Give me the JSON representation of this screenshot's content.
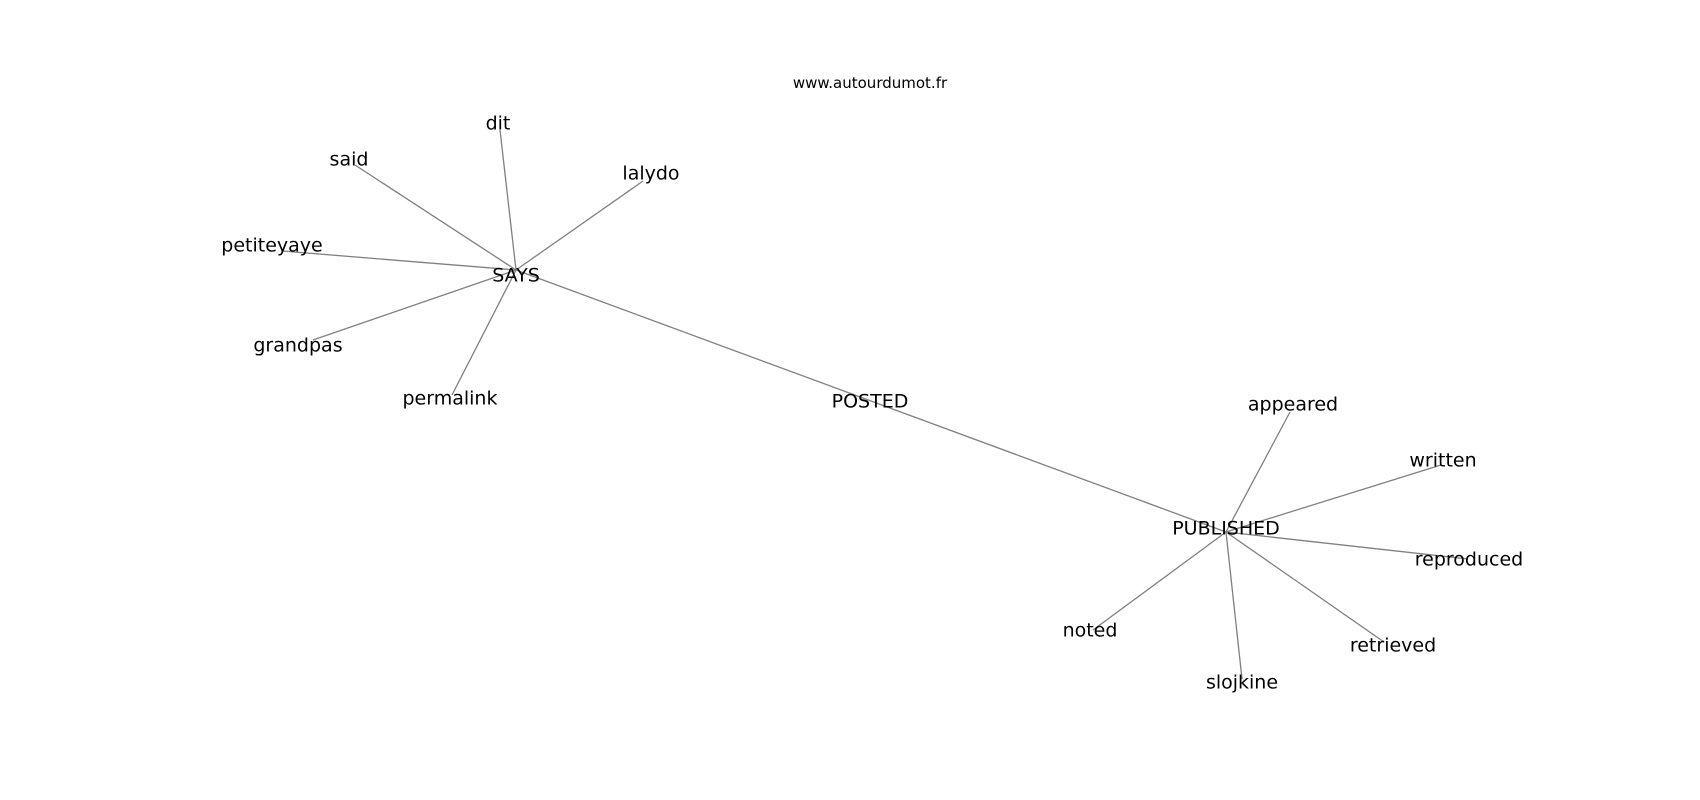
{
  "watermark": "www.autourdumot.fr",
  "graph": {
    "nodes": [
      {
        "id": "says",
        "label": "SAYS"
      },
      {
        "id": "posted",
        "label": "POSTED"
      },
      {
        "id": "published",
        "label": "PUBLISHED"
      },
      {
        "id": "dit",
        "label": "dit"
      },
      {
        "id": "said",
        "label": "said"
      },
      {
        "id": "lalydo",
        "label": "lalydo"
      },
      {
        "id": "petiteyaye",
        "label": "petiteyaye"
      },
      {
        "id": "grandpas",
        "label": "grandpas"
      },
      {
        "id": "permalink",
        "label": "permalink"
      },
      {
        "id": "appeared",
        "label": "appeared"
      },
      {
        "id": "written",
        "label": "written"
      },
      {
        "id": "reproduced",
        "label": "reproduced"
      },
      {
        "id": "retrieved",
        "label": "retrieved"
      },
      {
        "id": "slojkine",
        "label": "slojkine"
      },
      {
        "id": "noted",
        "label": "noted"
      }
    ],
    "edges": [
      [
        "says",
        "dit"
      ],
      [
        "says",
        "said"
      ],
      [
        "says",
        "lalydo"
      ],
      [
        "says",
        "petiteyaye"
      ],
      [
        "says",
        "grandpas"
      ],
      [
        "says",
        "permalink"
      ],
      [
        "says",
        "published"
      ],
      [
        "published",
        "appeared"
      ],
      [
        "published",
        "written"
      ],
      [
        "published",
        "reproduced"
      ],
      [
        "published",
        "retrieved"
      ],
      [
        "published",
        "slojkine"
      ],
      [
        "published",
        "noted"
      ]
    ]
  }
}
